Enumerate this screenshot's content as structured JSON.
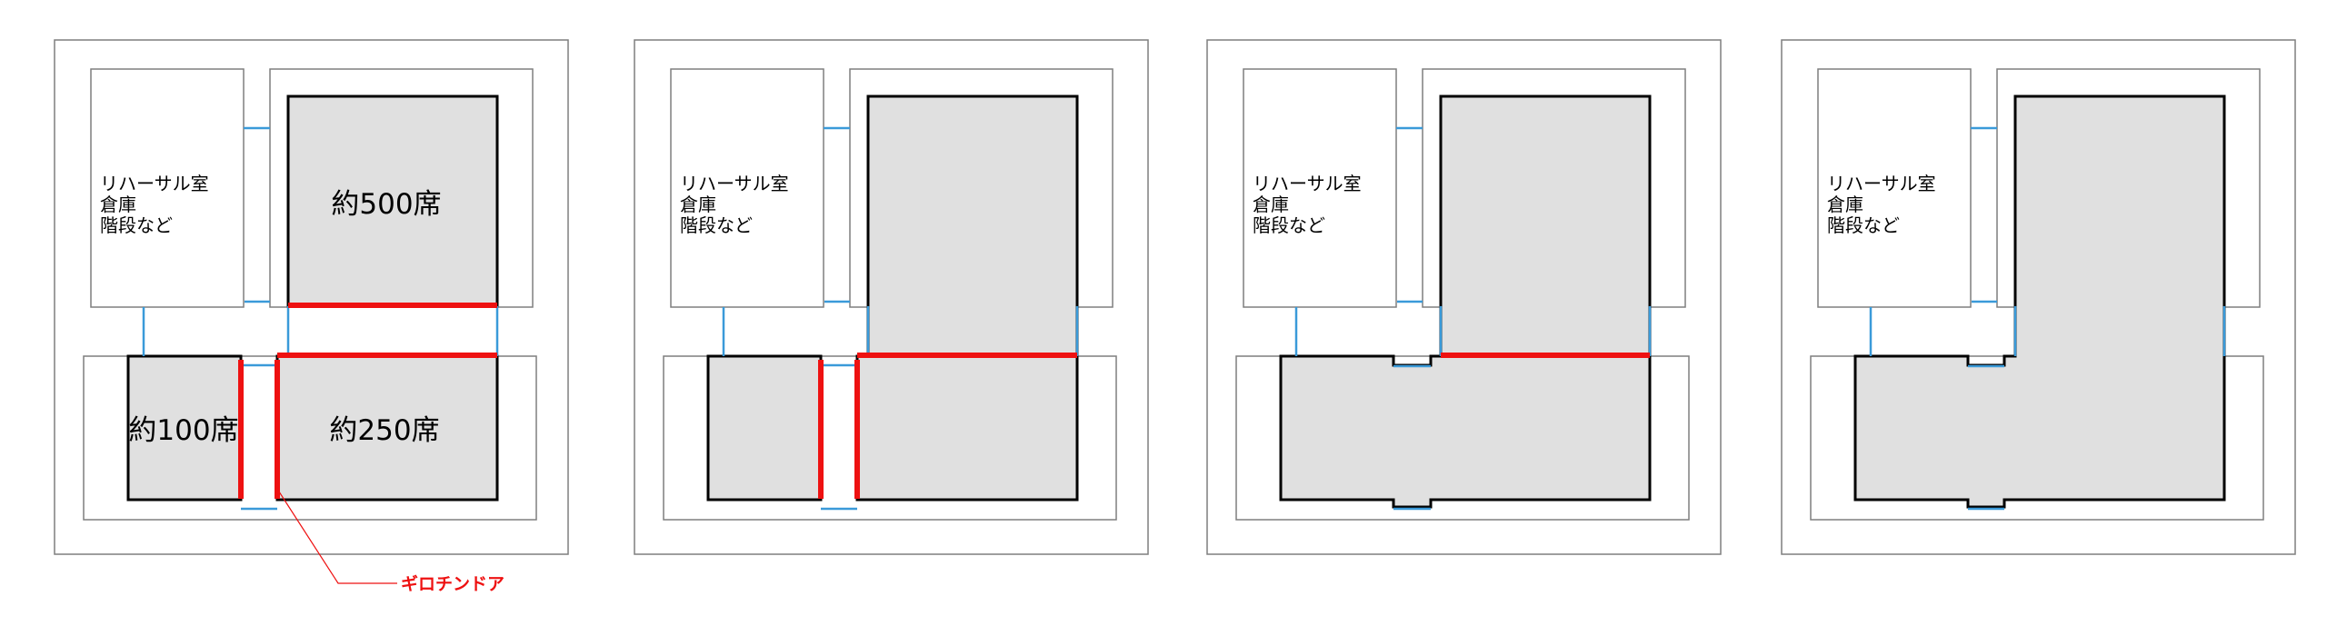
{
  "colors": {
    "background": "#ffffff",
    "outline": "#7f7f7f",
    "hall_fill": "#e0e0e0",
    "hall_edge": "#000000",
    "guillotine_door": "#ee1111",
    "corridor": "#3a9ad9",
    "callout_text": "#ee1111"
  },
  "panels": [
    {
      "rehearsal_label": [
        "リハーサル室",
        "倉庫",
        "階段など"
      ],
      "seat_labels": {
        "large": "約500席",
        "medium": "約250席",
        "small": "約100席"
      }
    },
    {
      "rehearsal_label": [
        "リハーサル室",
        "倉庫",
        "階段など"
      ]
    },
    {
      "rehearsal_label": [
        "リハーサル室",
        "倉庫",
        "階段など"
      ]
    },
    {
      "rehearsal_label": [
        "リハーサル室",
        "倉庫",
        "階段など"
      ]
    }
  ],
  "callout": {
    "label": "ギロチンドア"
  }
}
